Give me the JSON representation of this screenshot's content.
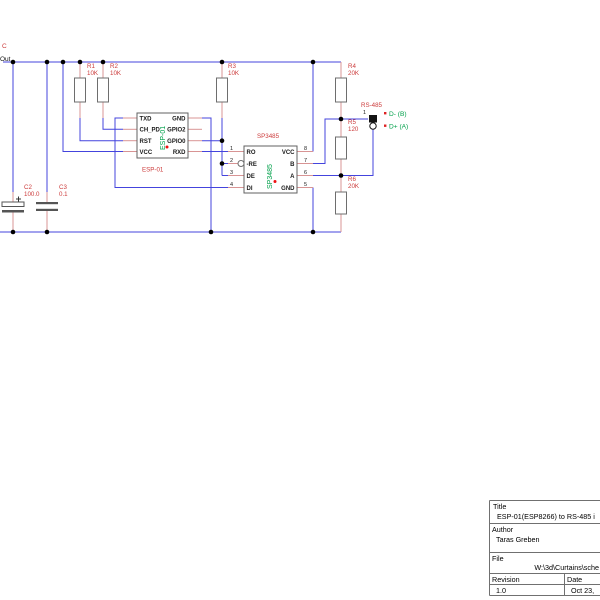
{
  "colors": {
    "wire_blue": "#4444dd",
    "lead_pink": "#d89494",
    "label_red": "#cc3b3b",
    "value_green": "#00a04a",
    "component_outline": "#6e6e6e",
    "junction_black": "#000000",
    "titleblock_line": "#707070"
  },
  "power": {
    "ref_fragment": "C",
    "out_label": "Out"
  },
  "components": {
    "resistors": [
      {
        "ref": "R1",
        "value": "10K"
      },
      {
        "ref": "R2",
        "value": "10K"
      },
      {
        "ref": "R3",
        "value": "10K"
      },
      {
        "ref": "R4",
        "value": "20K"
      },
      {
        "ref": "R5",
        "value": "120"
      },
      {
        "ref": "R6",
        "value": "20K"
      }
    ],
    "capacitors": [
      {
        "ref": "C2",
        "value": "100.0"
      },
      {
        "ref": "C3",
        "value": "0.1"
      }
    ],
    "esp01": {
      "ref": "ESP-01",
      "value": "ESP-01",
      "pins_left": [
        "TXD",
        "CH_PD",
        "RST",
        "VCC"
      ],
      "pins_right": [
        "GND",
        "GPIO2",
        "GPIO0",
        "RXD"
      ]
    },
    "sp3485": {
      "ref": "SP3485",
      "value": "SP3485",
      "pins_left": [
        {
          "num": "1",
          "name": "RO"
        },
        {
          "num": "2",
          "name": "-RE"
        },
        {
          "num": "3",
          "name": "DE"
        },
        {
          "num": "4",
          "name": "DI"
        }
      ],
      "pins_right": [
        {
          "num": "8",
          "name": "VCC"
        },
        {
          "num": "7",
          "name": "B"
        },
        {
          "num": "6",
          "name": "A"
        },
        {
          "num": "5",
          "name": "GND"
        }
      ]
    },
    "rs485_connector": {
      "ref": "RS-485",
      "pin1_num": "1",
      "net_b": "D- (B)",
      "net_a": "D+ (A)"
    }
  },
  "title_block": {
    "title_label": "Title",
    "title": "ESP-01(ESP8266) to RS-485 i",
    "author_label": "Author",
    "author": "Taras Greben",
    "file_label": "File",
    "file": "W:\\3d\\Curtains\\sche",
    "revision_label": "Revision",
    "revision": "1.0",
    "date_label": "Date",
    "date": "Oct 23,"
  }
}
